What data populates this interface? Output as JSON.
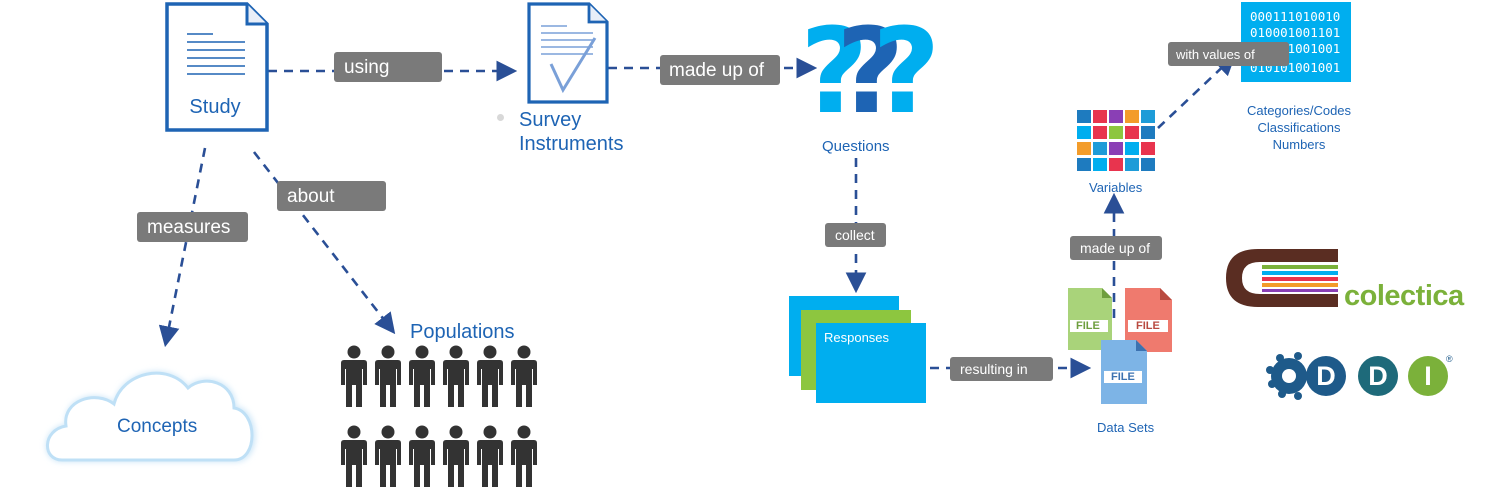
{
  "nodes": {
    "study": "Study",
    "survey_instruments": "Survey\nInstruments",
    "questions": "Questions",
    "concepts": "Concepts",
    "populations": "Populations",
    "responses": "Responses",
    "data_sets": "Data Sets",
    "variables": "Variables",
    "categories": "Categories/Codes\nClassifications\nNumbers"
  },
  "edges": {
    "using": "using",
    "made_up_of_top": "made up of",
    "measures": "measures",
    "about": "about",
    "collect": "collect",
    "resulting_in": "resulting in",
    "made_up_of_right": "made up of",
    "with_values_of": "with values of"
  },
  "binary_lines": [
    "000111010010",
    "010001001101",
    "010011001001",
    "010101001001"
  ],
  "file_label": "FILE",
  "logos": {
    "colectica": "colectica",
    "ddi": [
      "D",
      "D",
      "I"
    ],
    "registered": "®"
  },
  "colors": {
    "blue": "#1e64b4",
    "arrow": "#2a4f96",
    "pill": "#7a7a7a",
    "cyan": "#00aeef",
    "green": "#8dc63f",
    "colectica_dark": "#5a2d22",
    "colectica_green": "#7bb13a"
  }
}
